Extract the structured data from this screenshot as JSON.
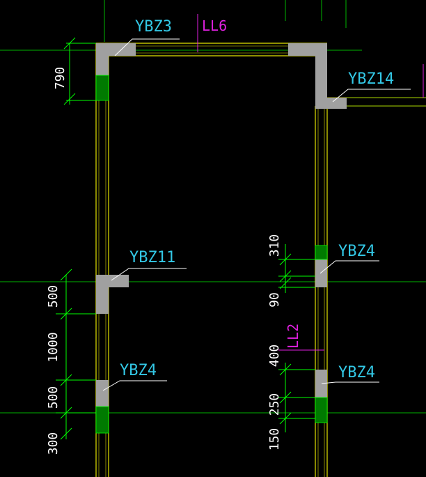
{
  "colors": {
    "background": "#000000",
    "wall_line": "#e6e600",
    "axis_line": "#00b400",
    "dimension_line": "#00ff00",
    "column_fill": "#a0a0a0",
    "column_label": "#33c8e6",
    "beam_label": "#e020e0",
    "dimension_text": "#ffffff",
    "leader": "#ffffff"
  },
  "column_labels": [
    "YBZ3",
    "YBZ14",
    "YBZ11",
    "YBZ4",
    "YBZ4",
    "YBZ4"
  ],
  "beam_labels": [
    "LL6",
    "LL2"
  ],
  "dimensions_left": [
    "790",
    "500",
    "1000",
    "500",
    "300"
  ],
  "dimensions_right": [
    "310",
    "90",
    "400",
    "250",
    "150"
  ]
}
